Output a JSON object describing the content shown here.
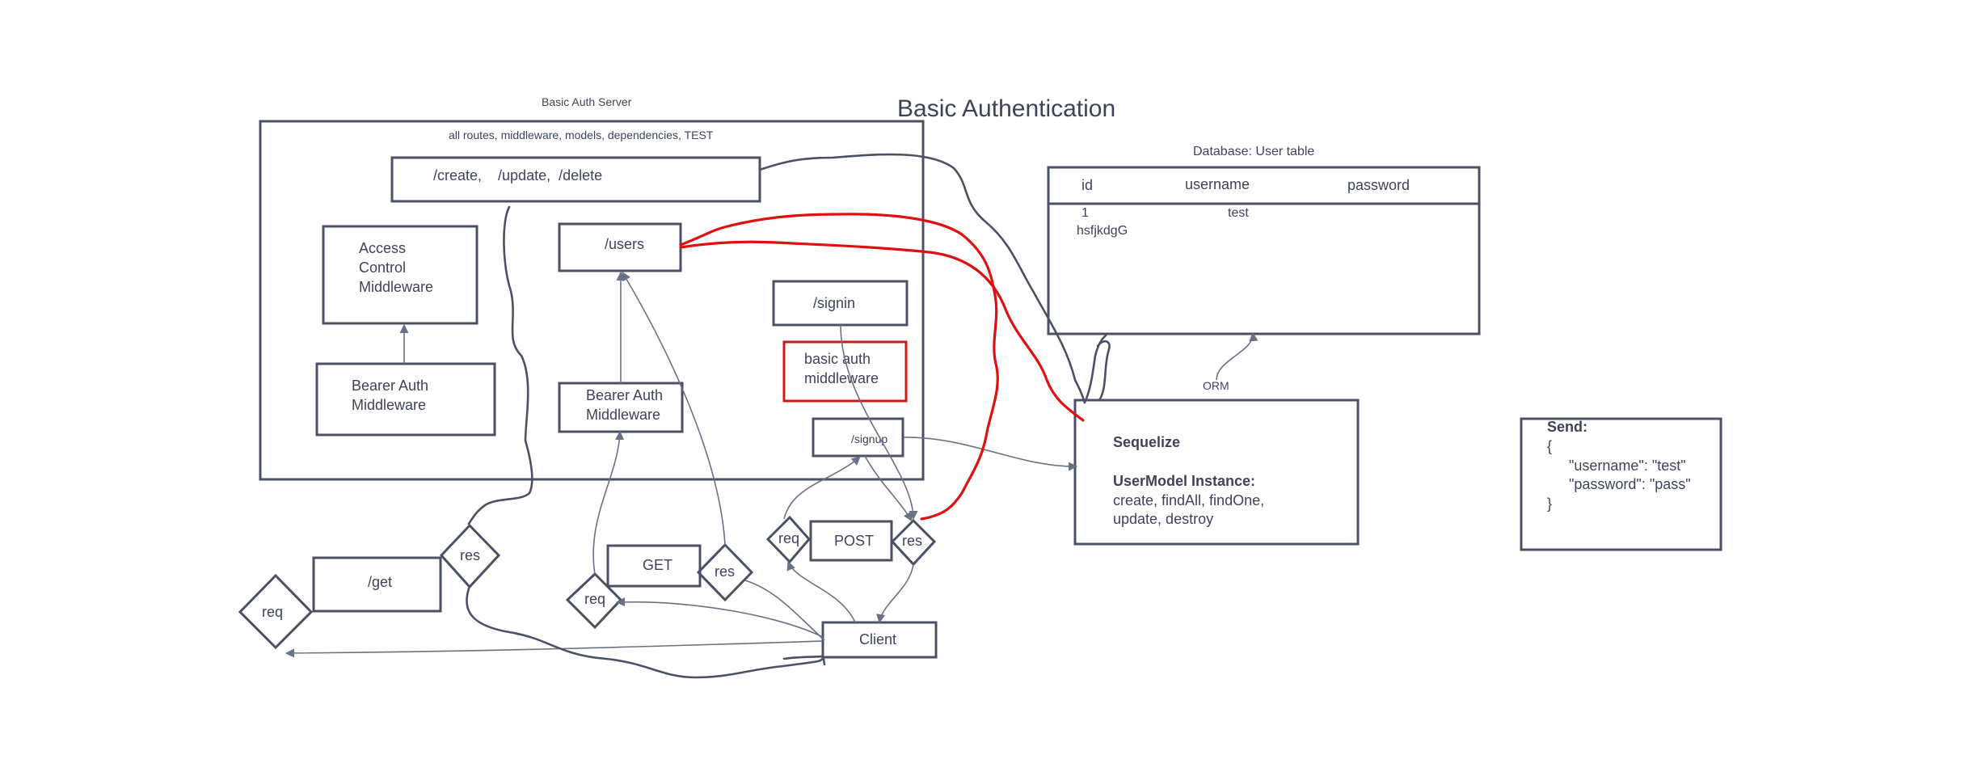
{
  "title": "Basic Authentication",
  "server": {
    "label": "Basic Auth Server",
    "sublabel": "all routes, middleware, models, dependencies, TEST",
    "routes_box": "/create,    /update,  /delete",
    "access_control": [
      "Access",
      "Control",
      "Middleware"
    ],
    "bearer_left": [
      "Bearer Auth",
      "Middleware"
    ],
    "users": "/users",
    "bearer_mid": [
      "Bearer Auth",
      "Middleware"
    ],
    "signin": "/signin",
    "basic_auth": [
      "basic auth",
      "middleware"
    ],
    "signup": "/signup"
  },
  "database": {
    "label": "Database: User table",
    "columns": [
      "id",
      "username",
      "password"
    ],
    "row": {
      "id": "1",
      "username": "test",
      "password": "hsfjkdgG"
    }
  },
  "orm_label": "ORM",
  "sequelize": {
    "name": "Sequelize",
    "instance_label": "UserModel Instance:",
    "methods": [
      "create, findAll, findOne,",
      "update, destroy"
    ]
  },
  "send": {
    "label": "Send:",
    "lines": [
      "{",
      "\"username\": \"test\"",
      "\"password\": \"pass\"",
      "}"
    ]
  },
  "flow": {
    "get": "/get",
    "req_left": "req",
    "res_left": "res",
    "get_method": "GET",
    "req_mid": "req",
    "res_mid": "res",
    "post_method": "POST",
    "req_right": "req",
    "res_right": "res",
    "client": "Client"
  },
  "colors": {
    "stroke": "#4b5165",
    "text": "#3d4459",
    "highlight": "#e01010"
  }
}
